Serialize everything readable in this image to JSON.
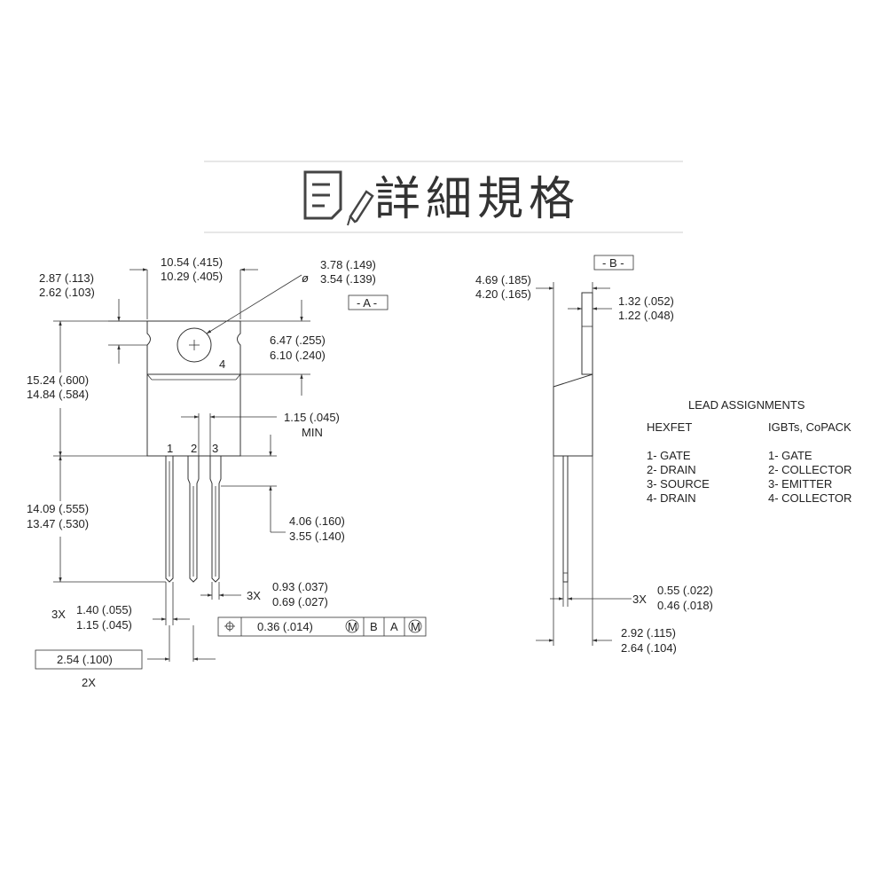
{
  "header": {
    "title": "詳細規格",
    "icon": "document-pencil-icon"
  },
  "front_view": {
    "width_max": "10.54 (.415)",
    "width_min": "10.29 (.405)",
    "tab_top_max": "2.87 (.113)",
    "tab_top_min": "2.62 (.103)",
    "hole_max": "3.78 (.149)",
    "hole_min": "3.54 (.139)",
    "datum_a": "- A -",
    "tab_len_max": "6.47 (.255)",
    "tab_len_min": "6.10 (.240)",
    "tab_number": "4",
    "body_height_max": "15.24 (.600)",
    "body_height_min": "14.84 (.584)",
    "gap_value": "1.15 (.045)",
    "gap_note": "MIN",
    "pin1": "1",
    "pin2": "2",
    "pin3": "3",
    "lead_len_max": "14.09 (.555)",
    "lead_len_min": "13.47 (.530)",
    "shoulder_max": "4.06 (.160)",
    "shoulder_min": "3.55 (.140)",
    "lead_w_count": "3X",
    "lead_w_max": "0.93 (.037)",
    "lead_w_min": "0.69 (.027)",
    "lead_wide_count": "3X",
    "lead_wide_max": "1.40 (.055)",
    "lead_wide_min": "1.15 (.045)",
    "tol_value": "0.36  (.014)",
    "tol_m1": "M",
    "tol_b": "B",
    "tol_a": "A",
    "tol_m2": "M",
    "pitch": "2.54 (.100)",
    "pitch_count": "2X"
  },
  "side_view": {
    "datum_b": "- B -",
    "thick_max": "4.69 (.185)",
    "thick_min": "4.20 (.165)",
    "tab_thick_max": "1.32 (.052)",
    "tab_thick_min": "1.22 (.048)",
    "lead_thick_count": "3X",
    "lead_thick_max": "0.55 (.022)",
    "lead_thick_min": "0.46 (.018)",
    "offset_max": "2.92 (.115)",
    "offset_min": "2.64 (.104)"
  },
  "lead_assignments": {
    "heading": "LEAD ASSIGNMENTS",
    "col1_heading": "HEXFET",
    "col2_heading": "IGBTs, CoPACK",
    "col1": [
      "1- GATE",
      "2- DRAIN",
      "3- SOURCE",
      "4- DRAIN"
    ],
    "col2": [
      "1- GATE",
      "2- COLLECTOR",
      "3- EMITTER",
      "4- COLLECTOR"
    ]
  }
}
